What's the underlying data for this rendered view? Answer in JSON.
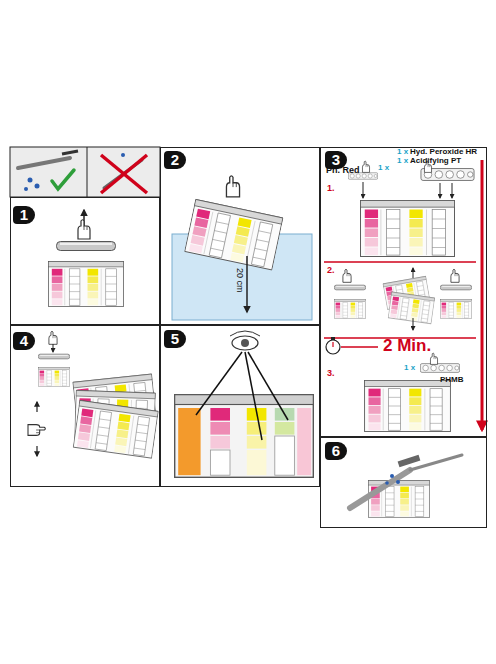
{
  "diagram": {
    "nodes": [
      {
        "text": [
          "1"
        ]
      },
      {
        "text": [
          "2"
        ]
      },
      {
        "text": [
          "3"
        ]
      },
      {
        "text": [
          "4"
        ]
      },
      {
        "text": [
          "5"
        ]
      },
      {
        "text": [
          "6"
        ]
      }
    ],
    "labels": [
      "20 cm",
      "1 x",
      "Hyd. Peroxide HR",
      "1 x",
      "Acidifying PT",
      "Ph. Red",
      "1 x",
      "1.",
      "2.",
      "2 Min.",
      "3.",
      "1 x",
      "PHMB"
    ]
  }
}
